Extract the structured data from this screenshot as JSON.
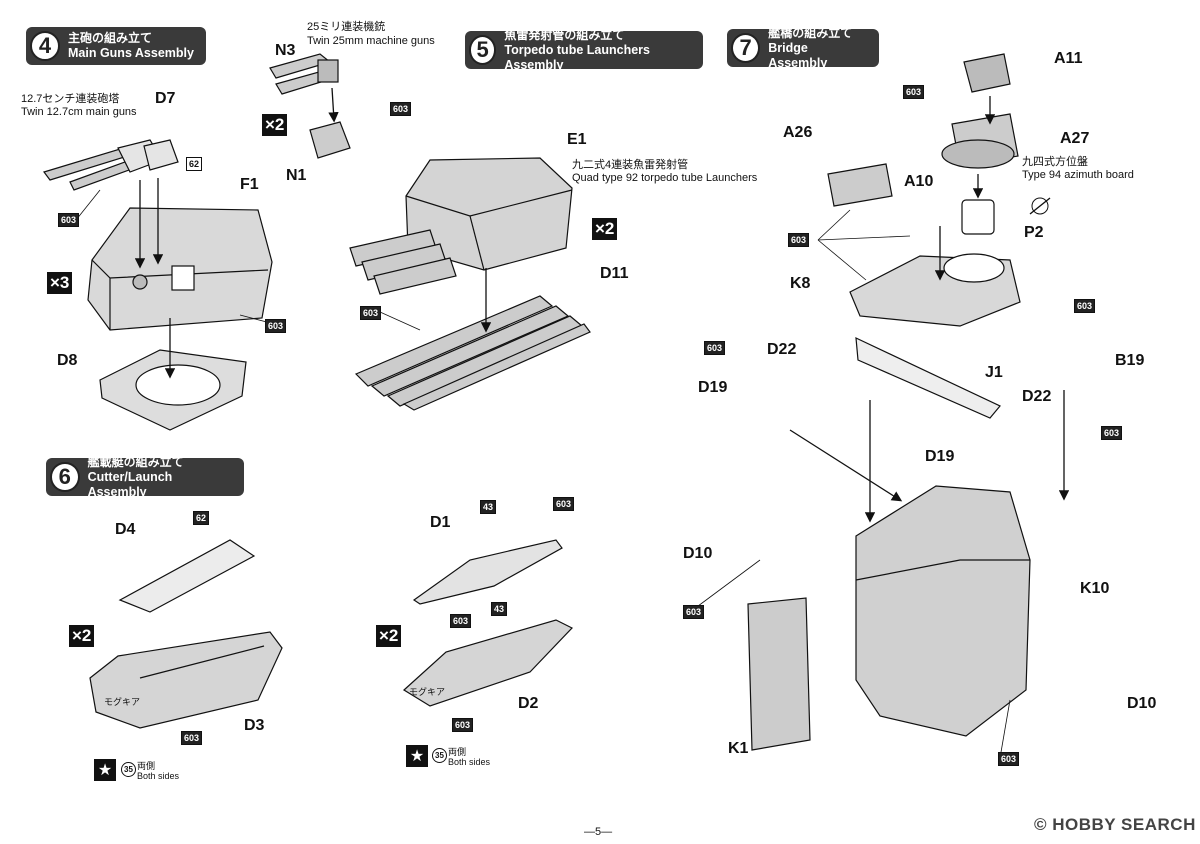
{
  "steps": {
    "s4": {
      "num": "4",
      "jp": "主砲の組み立て",
      "en": "Main Guns Assembly"
    },
    "s5": {
      "num": "5",
      "jp": "魚雷発射管の組み立て",
      "en": "Torpedo tube Launchers Assembly"
    },
    "s6": {
      "num": "6",
      "jp": "艦載艇の組み立て",
      "en": "Cutter/Launch Assembly"
    },
    "s7": {
      "num": "7",
      "jp": "艦橋の組み立て",
      "en": "Bridge Assembly"
    }
  },
  "captions": {
    "twin127_jp": "12.7センチ連装砲塔",
    "twin127_en": "Twin 12.7cm main guns",
    "mg25_jp": "25ミリ連装機銃",
    "mg25_en": "Twin 25mm machine guns",
    "tt92_jp": "九二式4連装魚雷発射管",
    "tt92_en": "Quad type 92 torpedo tube Launchers",
    "az94_jp": "九四式方位盤",
    "az94_en": "Type 94 azimuth board",
    "both_jp": "両側",
    "both_en": "Both sides"
  },
  "parts": {
    "D7": "D7",
    "F1": "F1",
    "D8": "D8",
    "N3": "N3",
    "N1": "N1",
    "E1": "E1",
    "D11": "D11",
    "D4": "D4",
    "D3": "D3",
    "D1": "D1",
    "D2": "D2",
    "A11": "A11",
    "A26": "A26",
    "A27": "A27",
    "A10": "A10",
    "P2": "P2",
    "K8": "K8",
    "D22a": "D22",
    "D19a": "D19",
    "J1": "J1",
    "B19": "B19",
    "D22b": "D22",
    "D19b": "D19",
    "D10a": "D10",
    "K10": "K10",
    "D10b": "D10",
    "K1": "K1"
  },
  "paint_codes": {
    "c603": "603",
    "c62": "62",
    "c43": "43"
  },
  "multipliers": {
    "x2": "×2",
    "x3": "×3"
  },
  "decal_number": "35",
  "boat_marking": "モグキア",
  "page_number": "—5—",
  "watermark": "© HOBBY SEARCH"
}
